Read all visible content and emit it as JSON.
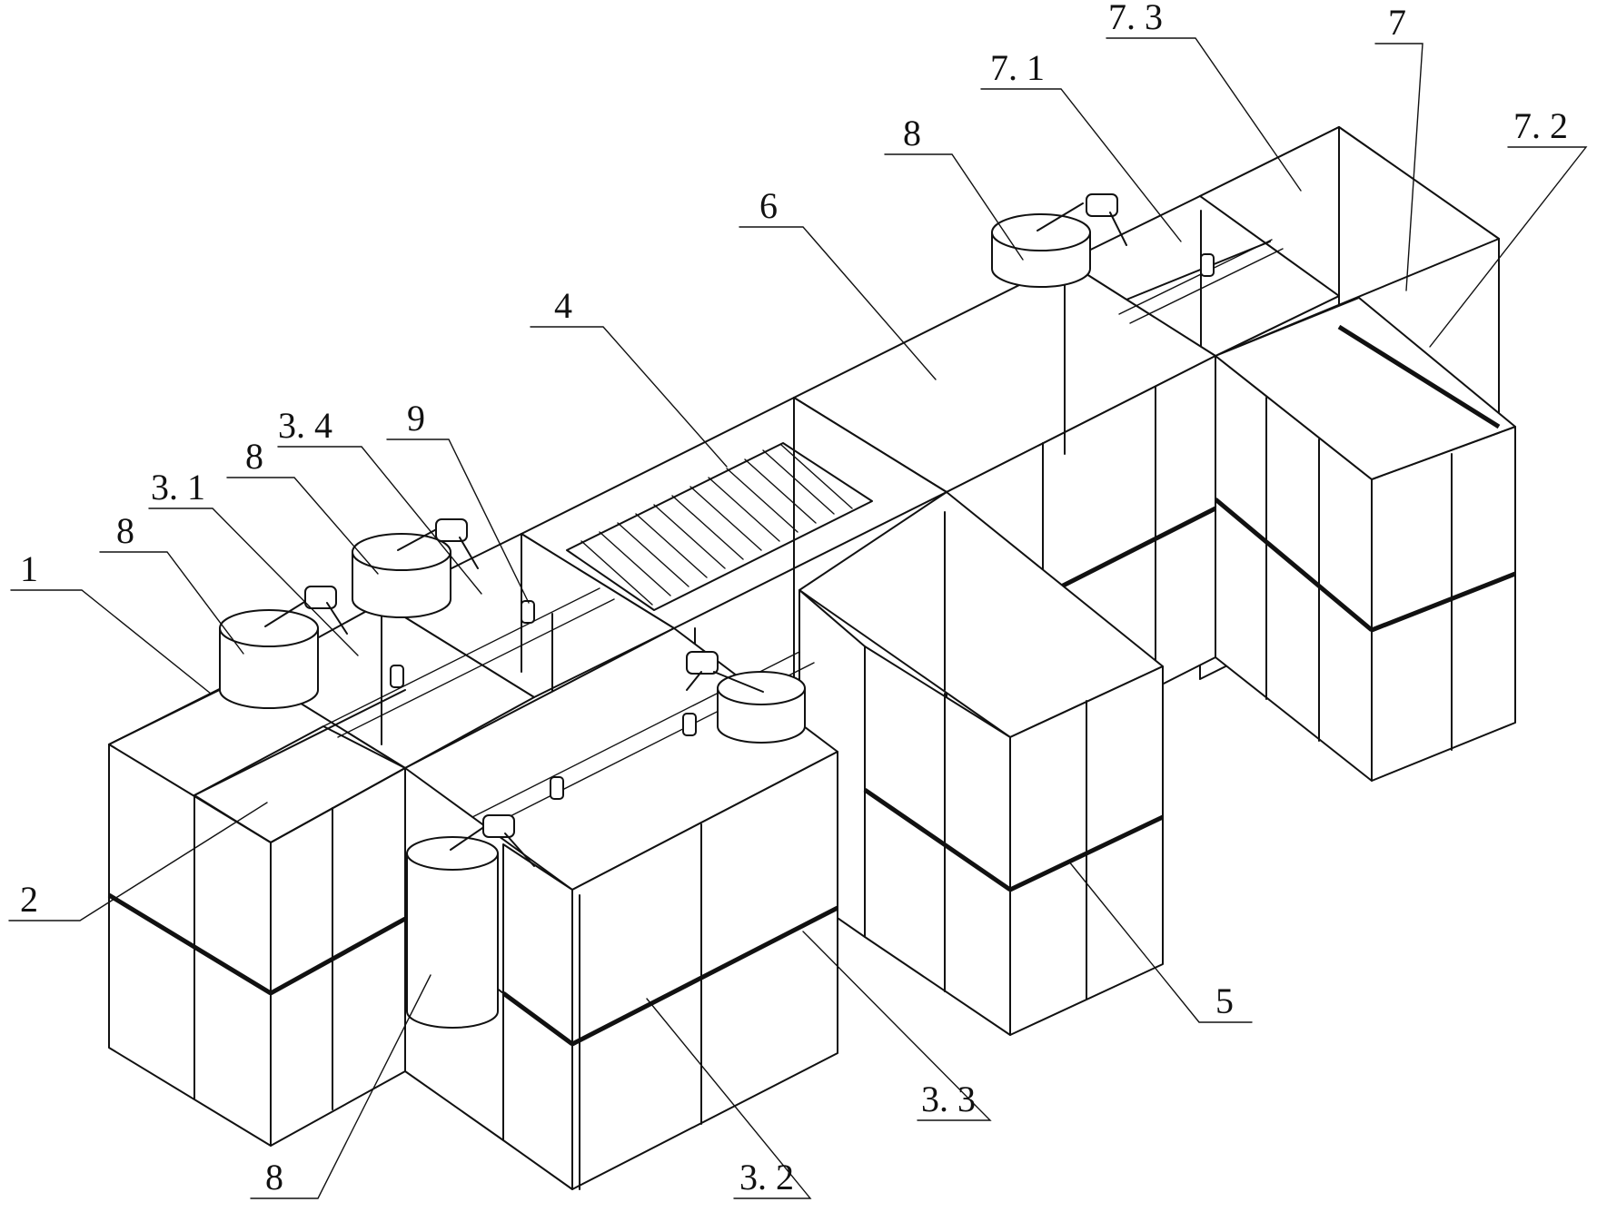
{
  "labels": {
    "l1": "1",
    "l2": "2",
    "l3_1": "3. 1",
    "l3_2": "3. 2",
    "l3_3": "3. 3",
    "l3_4": "3. 4",
    "l4": "4",
    "l5": "5",
    "l6": "6",
    "l7": "7",
    "l7_1": "7. 1",
    "l7_2": "7. 2",
    "l7_3": "7. 3",
    "l8a": "8",
    "l8b": "8",
    "l8c": "8",
    "l8d": "8",
    "l9": "9"
  }
}
